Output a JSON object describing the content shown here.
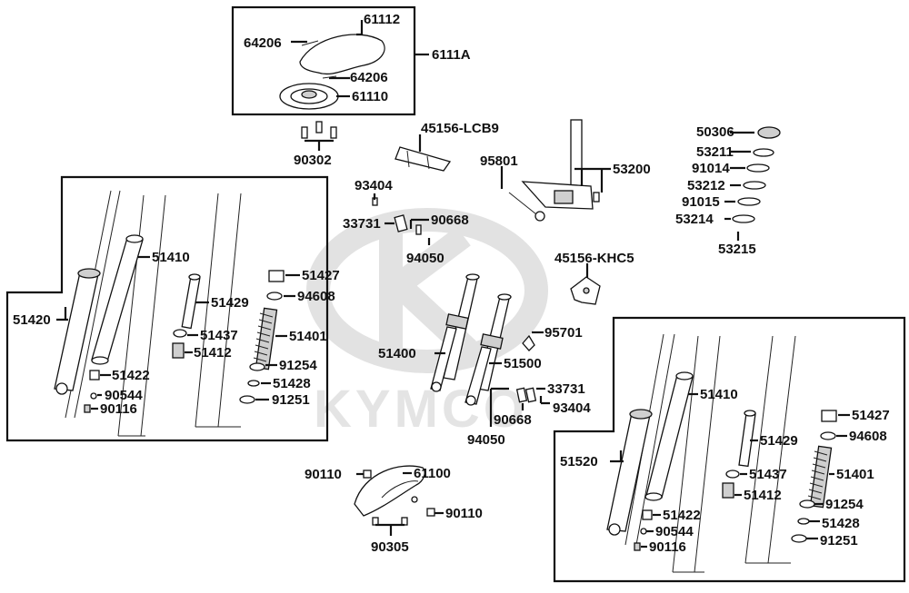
{
  "watermark": {
    "brand": "KYMCO",
    "color": "#e2e2e2"
  },
  "colors": {
    "ink": "#111111",
    "background": "#ffffff",
    "part_fill": "#cfcfcf"
  },
  "parts": {
    "p61112": "61112",
    "p64206a": "64206",
    "p64206b": "64206",
    "p6111A": "6111A",
    "p61110": "61110",
    "p90302": "90302",
    "p45156LCB9": "45156-LCB9",
    "p95801": "95801",
    "p53200": "53200",
    "p50306": "50306",
    "p53211": "53211",
    "p91014": "91014",
    "p53212": "53212",
    "p91015": "91015",
    "p53214": "53214",
    "p53215": "53215",
    "p93404a": "93404",
    "p33731a": "33731",
    "p90668a": "90668",
    "p94050a": "94050",
    "p45156KHC5": "45156-KHC5",
    "p51410a": "51410",
    "p51420": "51420",
    "p51429a": "51429",
    "p51427a": "51427",
    "p94608a": "94608",
    "p51437a": "51437",
    "p51401a": "51401",
    "p51412a": "51412",
    "p51422a": "51422",
    "p91254a": "91254",
    "p51428a": "51428",
    "p90544a": "90544",
    "p90116a": "90116",
    "p91251a": "91251",
    "p51400": "51400",
    "p51500": "51500",
    "p95701": "95701",
    "p33731b": "33731",
    "p90668b": "90668",
    "p93404b": "93404",
    "p94050b": "94050",
    "p90110a": "90110",
    "p61100": "61100",
    "p90110b": "90110",
    "p90305": "90305",
    "p51410b": "51410",
    "p51427b": "51427",
    "p94608b": "94608",
    "p51429b": "51429",
    "p51520": "51520",
    "p51437b": "51437",
    "p51401b": "51401",
    "p51412b": "51412",
    "p51422b": "51422",
    "p91254b": "91254",
    "p90544b": "90544",
    "p51428b": "51428",
    "p90116b": "90116",
    "p91251b": "91251"
  }
}
